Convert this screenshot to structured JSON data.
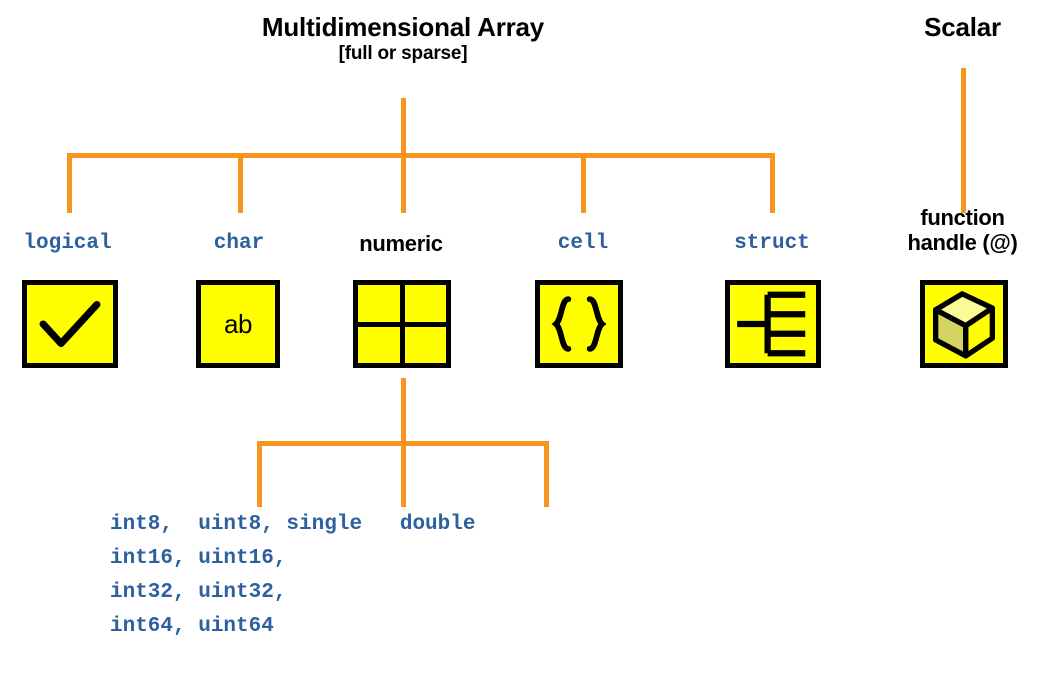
{
  "diagram": {
    "root": {
      "title_line1": "Multidimensional Array",
      "title_line2": "[full or sparse]"
    },
    "scalar": {
      "title": "Scalar"
    },
    "colors": {
      "connector": "#F7941E",
      "box_fill": "#FFFF00",
      "box_border": "#000000",
      "mono_label": "#2E5F9E",
      "sans_label": "#000000",
      "background": "#FFFFFF"
    },
    "branches": [
      {
        "label": "logical",
        "style": "mono",
        "icon": "checkmark-icon"
      },
      {
        "label": "char",
        "style": "mono",
        "icon": "ab-text-icon",
        "icon_text": "ab"
      },
      {
        "label": "numeric",
        "style": "sans",
        "icon": "four-quadrant-grid-icon"
      },
      {
        "label": "cell",
        "style": "mono",
        "icon": "curly-braces-icon",
        "icon_text": "{ }"
      },
      {
        "label": "struct",
        "style": "mono",
        "icon": "struct-tree-icon"
      }
    ],
    "scalar_branch": {
      "label_line1": "function",
      "label_line2": "handle (@)",
      "style": "sans",
      "icon": "cube-icon"
    },
    "numeric_children": [
      {
        "label": "int8,"
      },
      {
        "label": "uint8,"
      },
      {
        "label": "single"
      },
      {
        "label": "double"
      }
    ],
    "numeric_list_rows": [
      "int8,  uint8, single   double",
      "int16, uint16,",
      "int32, uint32,",
      "int64, uint64"
    ]
  }
}
